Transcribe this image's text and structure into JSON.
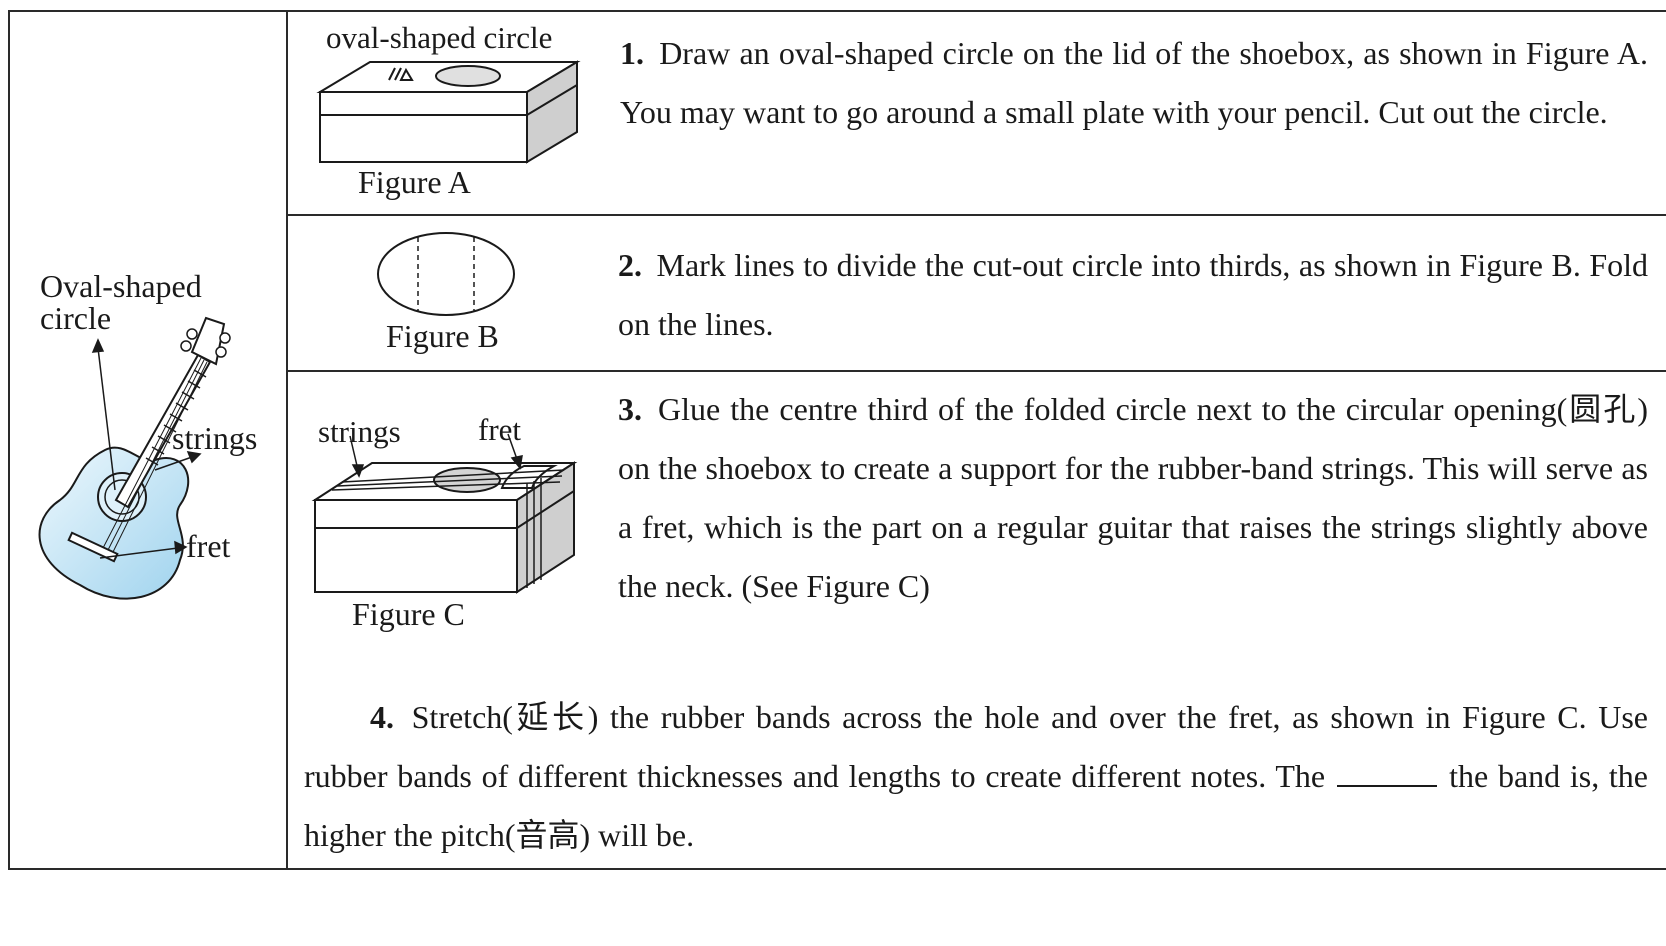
{
  "guitar_panel": {
    "label_oval": "Oval-shaped circle",
    "label_strings": "strings",
    "label_fret": "fret"
  },
  "figure_a": {
    "top_label": "oval-shaped circle",
    "caption": "Figure A"
  },
  "figure_b": {
    "caption": "Figure B"
  },
  "figure_c": {
    "label_strings": "strings",
    "label_fret": "fret",
    "caption": "Figure C"
  },
  "steps": [
    {
      "num": "1.",
      "text": "Draw an oval-shaped circle on the lid of the shoebox, as shown in Figure A.  You may want to go around a small plate with your pencil.  Cut out the circle."
    },
    {
      "num": "2.",
      "text": "Mark lines to divide the cut-out circle into thirds, as shown in Figure B.  Fold on the lines."
    },
    {
      "num": "3.",
      "text": "Glue the centre third of the folded circle next to the circular opening(圆孔) on the shoebox to create a support for the rubber-band strings.  This will serve as a fret, which is the part on a regular guitar that raises the strings slightly above the neck.  (See Figure C)"
    },
    {
      "num": "4.",
      "text_before": "Stretch(延长) the rubber bands across the hole and over the fret, as shown in Figure C.  Use rubber bands of different thicknesses and lengths to create different notes.  The",
      "text_after": "the band is, the higher the pitch(音高) will be."
    }
  ]
}
